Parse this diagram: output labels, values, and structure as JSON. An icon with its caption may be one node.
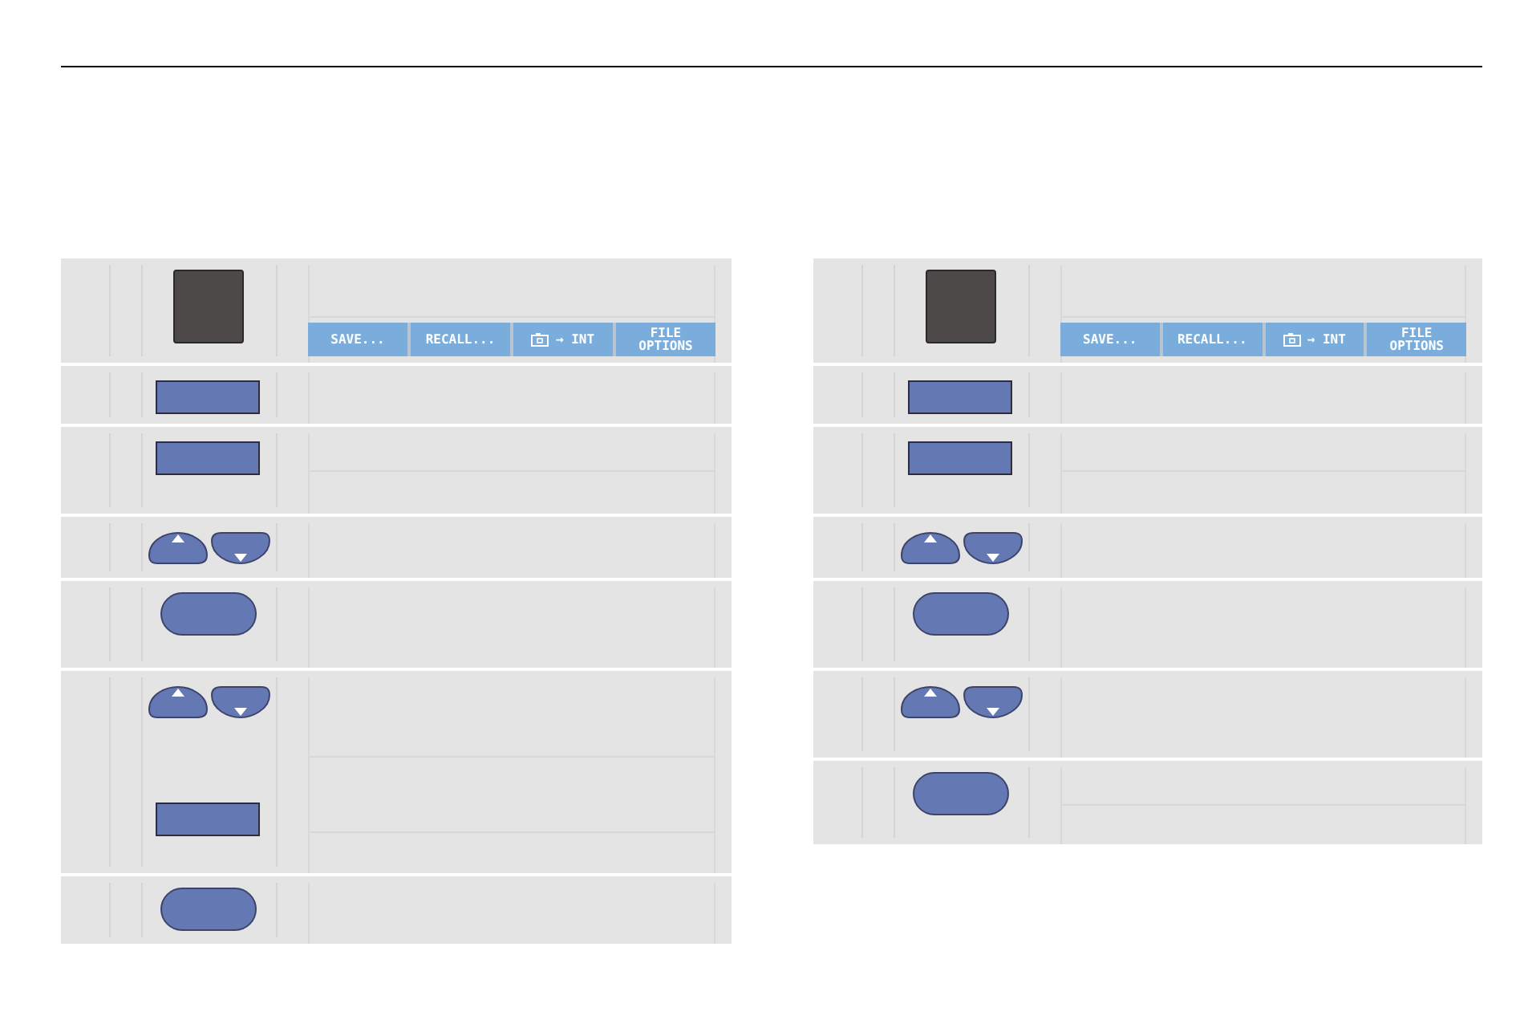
{
  "diagram": {
    "nodes": [
      {
        "text": [
          "SAVE..."
        ]
      },
      {
        "text": [
          "RECALL..."
        ]
      },
      {
        "text": [
          "→ INT"
        ]
      },
      {
        "text": [
          "FILE OPTIONS"
        ]
      },
      {
        "text": [
          "SAVE..."
        ]
      },
      {
        "text": [
          "RECALL..."
        ]
      },
      {
        "text": [
          "→ INT"
        ]
      },
      {
        "text": [
          "FILE OPTIONS"
        ]
      }
    ]
  }
}
